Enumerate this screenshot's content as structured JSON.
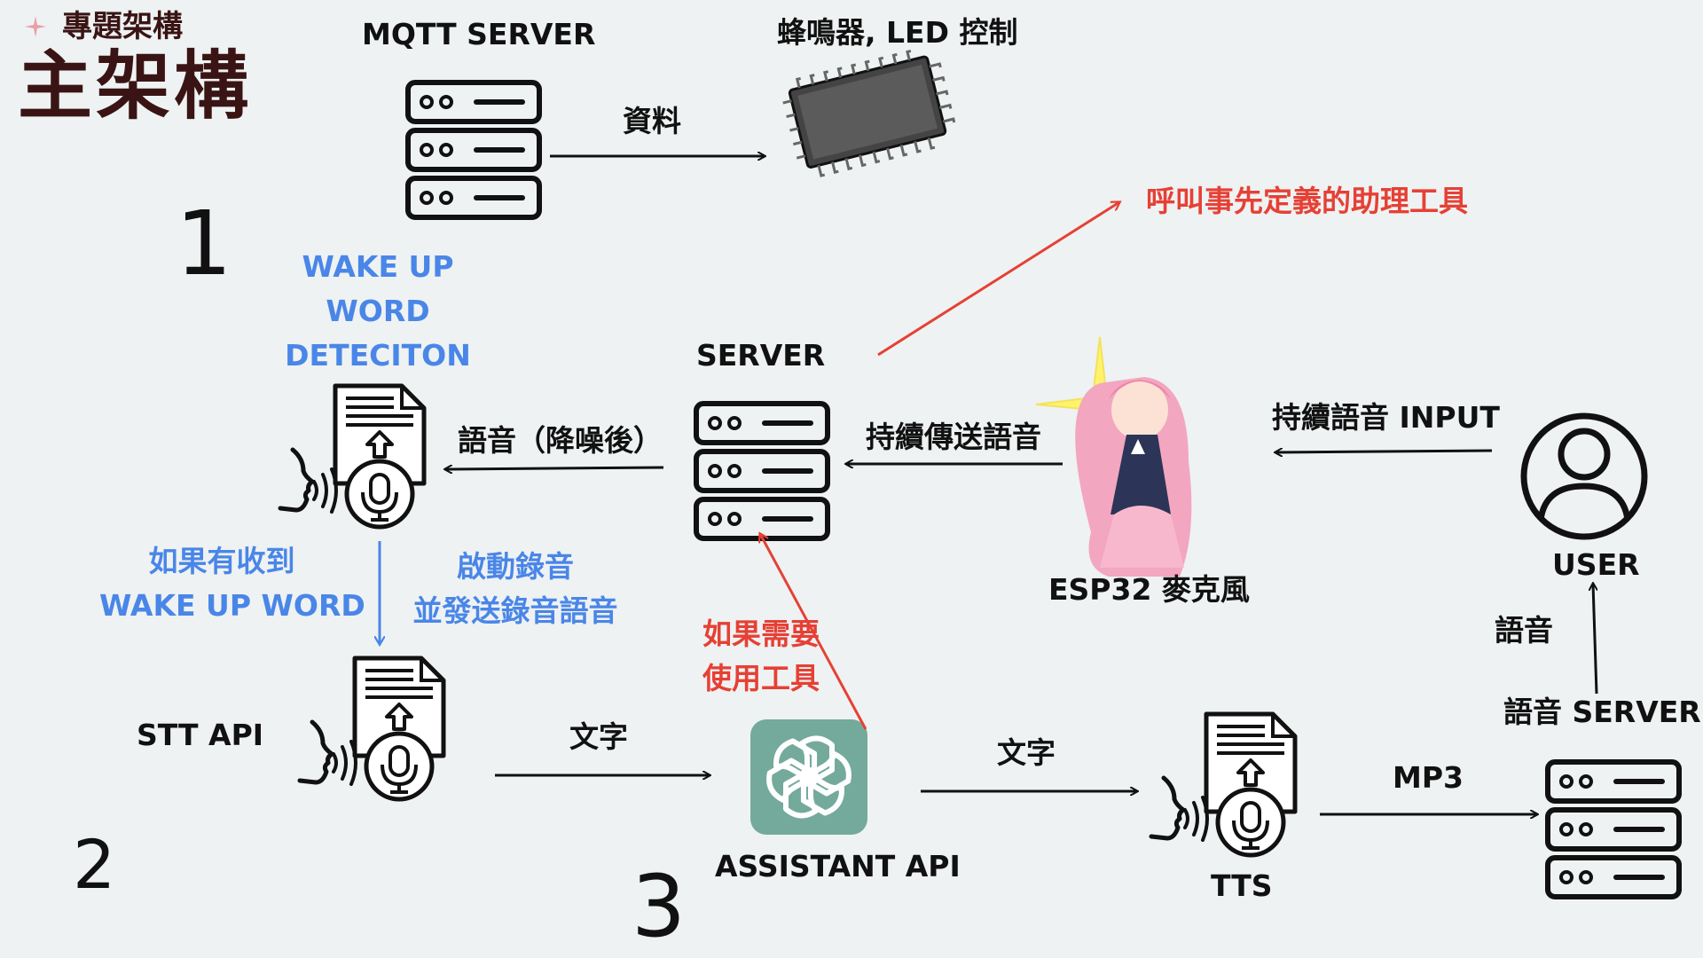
{
  "header": {
    "subtitle": "專題架構",
    "title": "主架構"
  },
  "colors": {
    "background": "#eef2f2",
    "ink": "#111111",
    "title": "#3a1414",
    "blue_label": "#4a86e8",
    "red_label": "#e64035",
    "assistant_logo": "#74aa9c"
  },
  "steps": [
    "1",
    "2",
    "3"
  ],
  "nodes": {
    "mqtt_server": "MQTT SERVER",
    "controller": "蜂鳴器, LED 控制",
    "server": "SERVER",
    "esp32": "ESP32 麥克風",
    "user": "USER",
    "stt_api": "STT API",
    "assistant_api": "ASSISTANT API",
    "tts": "TTS",
    "voice_server": "語音 SERVER"
  },
  "wake": {
    "line1": "WAKE UP",
    "line2": "WORD",
    "line3": "DETECITON"
  },
  "edges": {
    "mqtt_data": "資料",
    "call_tools": "呼叫事先定義的助理工具",
    "voice_denoised": "語音（降噪後）",
    "continuous_send": "持續傳送語音",
    "continuous_input": "持續語音 INPUT",
    "if_wake_1": "如果有收到",
    "if_wake_2": "WAKE UP WORD",
    "start_rec_1": "啟動錄音",
    "start_rec_2": "並發送錄音語音",
    "need_tool_1": "如果需要",
    "need_tool_2": "使用工具",
    "text_1": "文字",
    "text_2": "文字",
    "mp3": "MP3",
    "voice": "語音"
  },
  "icons": {
    "server": "server-rack-icon",
    "chip": "microchip-icon",
    "voice_doc": "voice-document-microphone-icon",
    "user": "user-avatar-icon",
    "assistant": "openai-assistant-logo-icon",
    "character": "anime-character-image"
  }
}
